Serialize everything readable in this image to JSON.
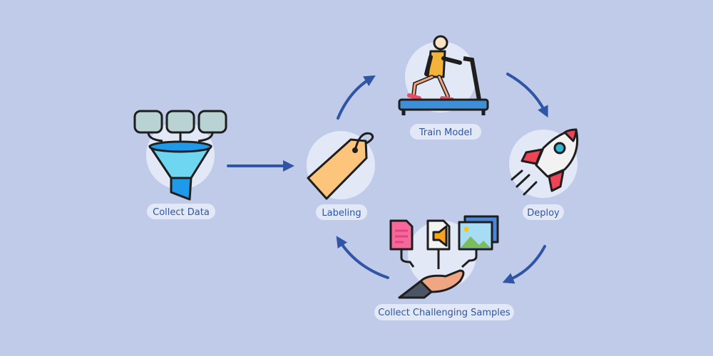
{
  "nodes": {
    "collect_data": {
      "label": "Collect Data"
    },
    "labeling": {
      "label": "Labeling"
    },
    "train_model": {
      "label": "Train Model"
    },
    "deploy": {
      "label": "Deploy"
    },
    "collect_samples": {
      "label": "Collect Challenging Samples"
    }
  },
  "colors": {
    "background": "#bfcbe9",
    "accent": "#2f55a4",
    "halo": "#e3e8f6"
  },
  "icons": [
    "database-funnel-icon",
    "price-tag-icon",
    "treadmill-runner-icon",
    "rocket-icon",
    "hand-receiving-files-icon"
  ]
}
